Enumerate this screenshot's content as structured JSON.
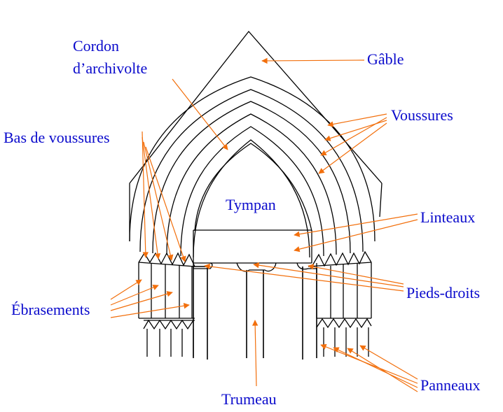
{
  "colors": {
    "label": "#0a0acc",
    "arrow": "#f26f0c",
    "line": "#000000"
  },
  "labels": {
    "cordon_line1": "Cordon",
    "cordon_line2": "d’archivolte",
    "gable": "Gâble",
    "voussures": "Voussures",
    "bas_voussures": "Bas de voussures",
    "tympan": "Tympan",
    "linteaux": "Linteaux",
    "pieds_droits": "Pieds-droits",
    "ebrasements": "Ébrasements",
    "panneaux": "Panneaux",
    "trumeau": "Trumeau"
  }
}
